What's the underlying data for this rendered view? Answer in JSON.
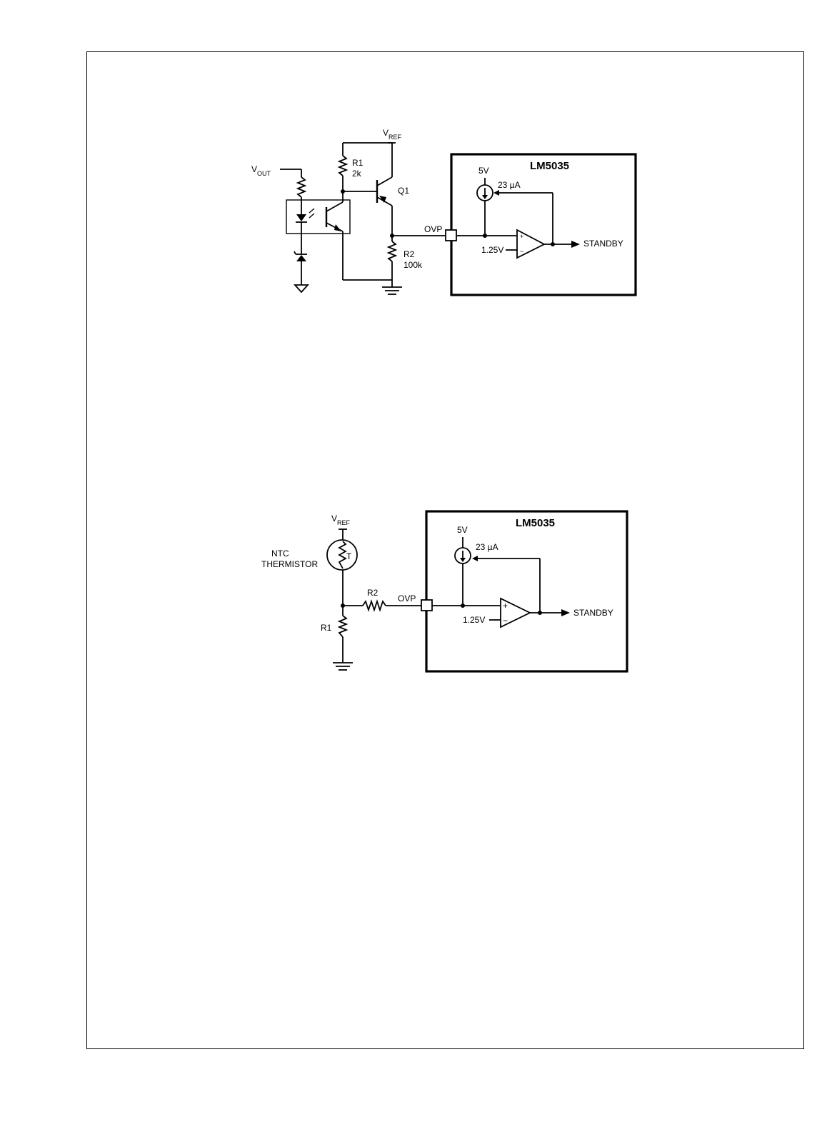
{
  "figure1": {
    "chip_name": "LM5035",
    "vout_label": "V",
    "vout_sub": "OUT",
    "vref_label": "V",
    "vref_sub": "REF",
    "r1_name": "R1",
    "r1_value": "2k",
    "q1_name": "Q1",
    "r2_name": "R2",
    "r2_value": "100k",
    "ovp_label": "OVP",
    "supply_label": "5V",
    "current_label": "23 µA",
    "ref_voltage": "1.25V",
    "output_label": "STANDBY",
    "plus_sign": "+",
    "minus_sign": "−"
  },
  "figure2": {
    "chip_name": "LM5035",
    "vref_label": "V",
    "vref_sub": "REF",
    "ntc_label_line1": "NTC",
    "ntc_label_line2": "THERMISTOR",
    "thermistor_symbol": "T",
    "r1_name": "R1",
    "r2_name": "R2",
    "ovp_label": "OVP",
    "supply_label": "5V",
    "current_label": "23 µA",
    "ref_voltage": "1.25V",
    "output_label": "STANDBY",
    "plus_sign": "+",
    "minus_sign": "−"
  }
}
